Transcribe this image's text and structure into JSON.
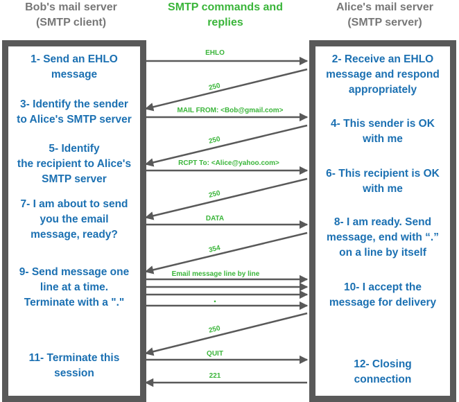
{
  "headers": {
    "client": "Bob's mail server\n(SMTP client)",
    "commands": "SMTP commands and\nreplies",
    "server": "Alice's mail server\n(SMTP server)"
  },
  "client_steps": [
    "1- Send an EHLO\nmessage",
    "3- Identify the sender\nto Alice's SMTP server",
    "5- Identify\nthe recipient to Alice's\nSMTP server",
    "7- I am about to send\nyou the email\nmessage, ready?",
    "9- Send message one\nline at a time.\nTerminate with a \".\"",
    "11- Terminate this\nsession"
  ],
  "server_steps": [
    "2- Receive an EHLO\nmessage and respond\nappropriately",
    "4- This sender is OK\nwith me",
    "6- This recipient is OK\nwith me",
    "8-  I am ready. Send\nmessage, end with “.”\non a line by itself",
    "10-  I accept the\nmessage for delivery",
    "12-  Closing\nconnection"
  ],
  "exchanges": {
    "ehlo": "EHLO",
    "reply_ehlo": "250",
    "mail_from": "MAIL FROM: <Bob@gmail.com>",
    "reply_mail_from": "250",
    "rcpt_to": "RCPT To: <Alice@yahoo.com>",
    "reply_rcpt_to": "250",
    "data": "DATA",
    "reply_data": "354",
    "message_lines": "Email message line by line",
    "terminator": ".",
    "reply_terminator": "250",
    "quit": "QUIT",
    "reply_quit": "221"
  },
  "colors": {
    "header_gray": "#777777",
    "header_green": "#3ab53a",
    "step_blue": "#1b70b2",
    "arrow_gray": "#595959",
    "label_green": "#3ab53a"
  }
}
